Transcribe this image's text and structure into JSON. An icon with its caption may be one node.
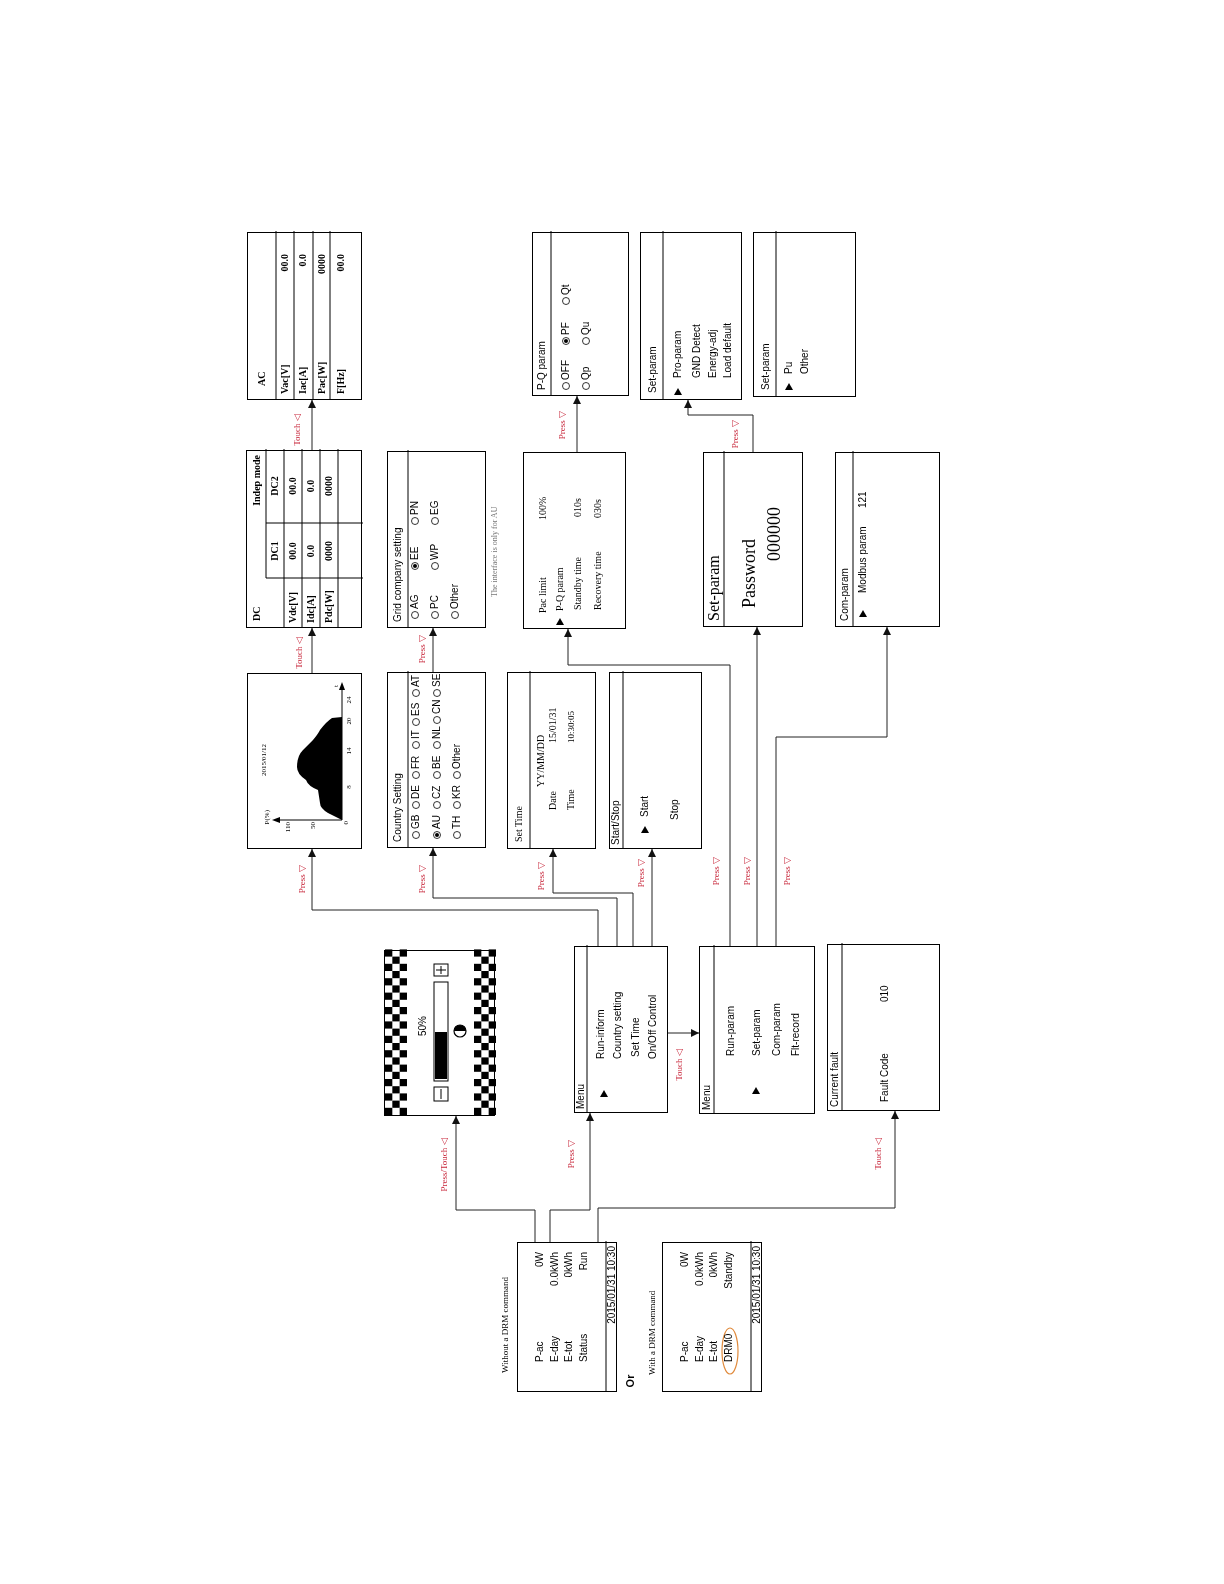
{
  "diagram": {
    "nodes": [
      {
        "text": [
          "P-ac",
          "E-day",
          "E-tot",
          "Status",
          "0W",
          "0.0kWh",
          "0kWh",
          "Run",
          "2015/01/31 10:30"
        ],
        "beside": [
          "Without a DRM command"
        ]
      },
      {
        "text": [
          "P-ac",
          "E-day",
          "E-tot",
          "DRM0",
          "0W",
          "0.0kWh",
          "0kWh",
          "Standby",
          "2015/01/31 10:30"
        ],
        "beside": [
          "With a DRM command"
        ]
      },
      {
        "text": [
          "50%"
        ]
      },
      {
        "text": [
          "Menu",
          "Run-inform",
          "Country setting",
          "Set Time",
          "On/Off Control"
        ]
      },
      {
        "text": [
          "Menu",
          "Run-param",
          "Set-param",
          "Com-param",
          "Flt-record"
        ]
      },
      {
        "text": [
          "Current fault",
          "Fault Code",
          "010"
        ]
      },
      {
        "text": [
          "2015/01/12",
          "P(%)",
          "110",
          "50",
          "0",
          "8",
          "14",
          "20",
          "24",
          "t"
        ]
      },
      {
        "text": [
          "Country Setting",
          "GB",
          "DE",
          "FR",
          "IT",
          "ES",
          "AT",
          "AU",
          "CZ",
          "BE",
          "NL",
          "CN",
          "SE",
          "TH",
          "KR",
          "Other"
        ]
      },
      {
        "text": [
          "Grid company setting",
          "AG",
          "EE",
          "PN",
          "PC",
          "WP",
          "EG",
          "Other"
        ],
        "beside": [
          "The interface is only for AU"
        ]
      },
      {
        "text": [
          "Set Time",
          "YY/MM/DD",
          "Date",
          "15/01/31",
          "Time",
          "10:30:05"
        ]
      },
      {
        "text": [
          "Start/Stop",
          "Start",
          "Stop"
        ]
      },
      {
        "text": [
          "DC",
          "Indep mode",
          "DC1",
          "DC2",
          "Vdc[V]",
          "00.0",
          "00.0",
          "Idc[A]",
          "0.0",
          "0.0",
          "Pdc[W]",
          "0000",
          "0000"
        ]
      },
      {
        "text": [
          "AC",
          "Vac[V]",
          "00.0",
          "Iac[A]",
          "0.0",
          "Pac[W]",
          "0000",
          "F[Hz]",
          "00.0"
        ]
      },
      {
        "text": [
          "Pac limit",
          "100%",
          "P-Q param",
          "Standby time",
          "010s",
          "Recovery time",
          "030s"
        ]
      },
      {
        "text": [
          "P-Q param",
          "OFF",
          "PF",
          "Qt",
          "Qp",
          "Qu"
        ]
      },
      {
        "text": [
          "Set-param",
          "Password",
          "000000"
        ]
      },
      {
        "text": [
          "Set-param",
          "Pro-param",
          "GND Detect",
          "Energy-adj",
          "Load default"
        ]
      },
      {
        "text": [
          "Set-param",
          "Pu",
          "Other"
        ]
      },
      {
        "text": [
          "Com-param",
          "Modbus param",
          "121"
        ]
      }
    ],
    "edges": [
      {
        "from": 0,
        "to": 2,
        "arrow": "to",
        "label": "Press/Touch ◁"
      },
      {
        "from": 0,
        "to": 3,
        "arrow": "to",
        "label": "Press ▽"
      },
      {
        "from": 0,
        "to": 5,
        "arrow": "to",
        "label": "Touch ◁"
      },
      {
        "from": 3,
        "to": 4,
        "arrow": "to",
        "label": "Touch ◁"
      },
      {
        "from": 3,
        "to": 6,
        "arrow": "to",
        "label": "Press ▽"
      },
      {
        "from": 3,
        "to": 7,
        "arrow": "to",
        "label": "Press ▽"
      },
      {
        "from": 3,
        "to": 9,
        "arrow": "to",
        "label": "Press ▽"
      },
      {
        "from": 3,
        "to": 10,
        "arrow": "to",
        "label": "Press ▽"
      },
      {
        "from": 4,
        "to": 13,
        "arrow": "to",
        "label": "Press ▽"
      },
      {
        "from": 4,
        "to": 15,
        "arrow": "to",
        "label": "Press ▽"
      },
      {
        "from": 4,
        "to": 18,
        "arrow": "to",
        "label": "Press ▽"
      },
      {
        "from": 6,
        "to": 11,
        "arrow": "to",
        "label": "Touch ◁"
      },
      {
        "from": 11,
        "to": 12,
        "arrow": "to",
        "label": "Touch ◁"
      },
      {
        "from": 7,
        "to": 8,
        "arrow": "to",
        "label": "Press ▽"
      },
      {
        "from": 13,
        "to": 14,
        "arrow": "to",
        "label": "Press ▽"
      },
      {
        "from": 15,
        "to": 16,
        "arrow": "to",
        "label": "Press ▽"
      }
    ],
    "labels": [
      "Or"
    ]
  }
}
